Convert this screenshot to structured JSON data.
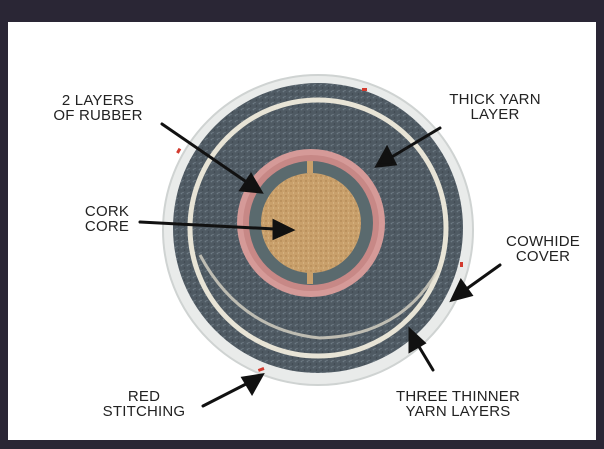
{
  "labels": {
    "rubber": [
      "2 LAYERS",
      "OF RUBBER"
    ],
    "thick_yarn": [
      "THICK YARN",
      "LAYER"
    ],
    "cork": [
      "CORK",
      "CORE"
    ],
    "cowhide": [
      "COWHIDE",
      "COVER"
    ],
    "stitching": [
      "RED",
      "STITCHING"
    ],
    "thin_yarn": [
      "THREE THINNER",
      "YARN LAYERS"
    ]
  },
  "colors": {
    "frame": "#2a2635",
    "background": "#ffffff",
    "cover": "#e9ebea",
    "yarn_dark": "#4f5a63",
    "yarn_light": "#e8e4d6",
    "rubber_pink": "#d59a98",
    "rubber_gray": "#5a6a6e",
    "cork": "#c9a06b",
    "stitch": "#d23a2e",
    "text": "#222222"
  }
}
